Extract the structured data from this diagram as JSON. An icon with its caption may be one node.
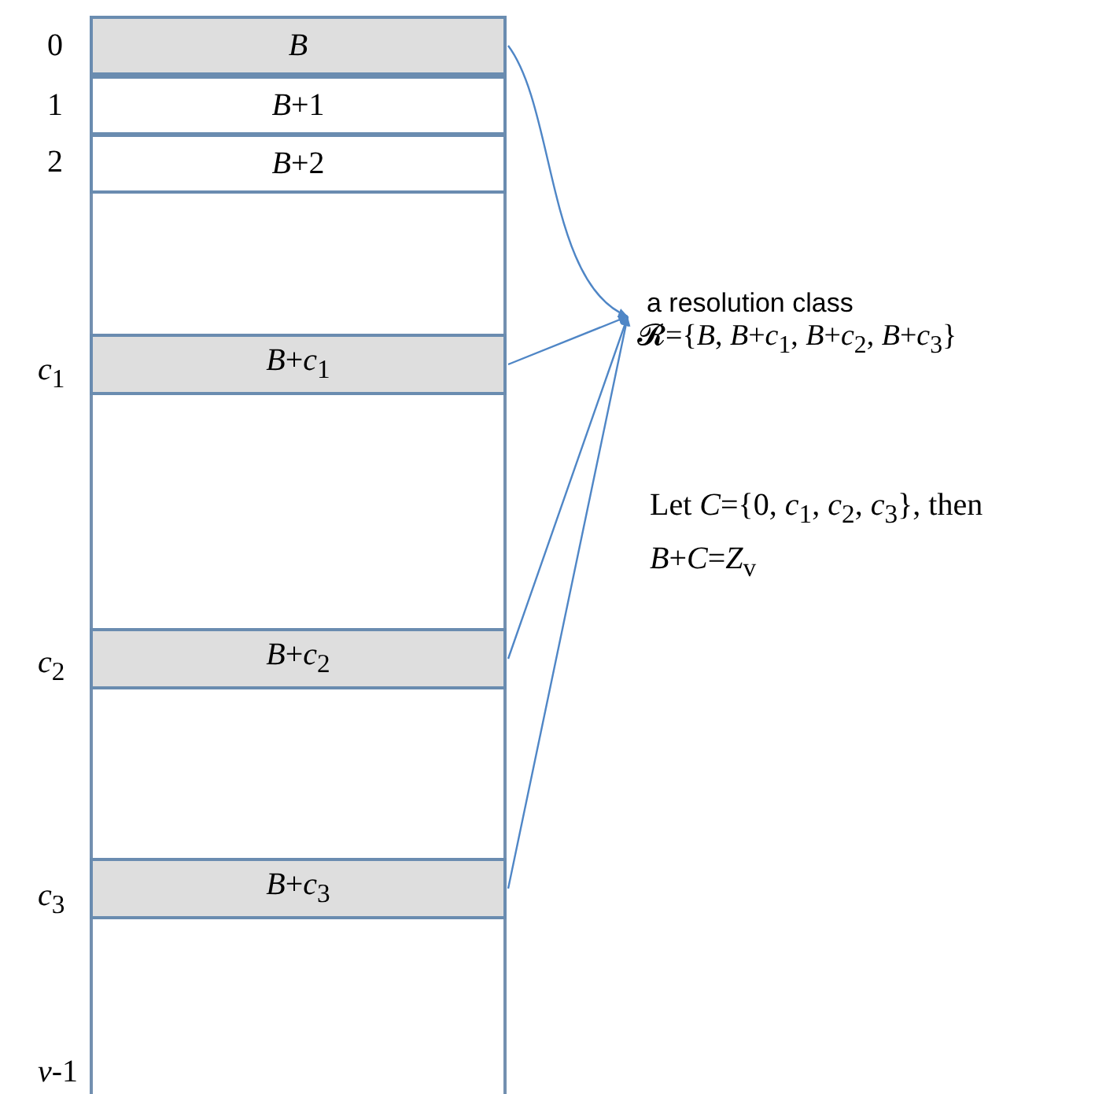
{
  "diagram": {
    "nodes": [
      {
        "text": [],
        "shape": "box"
      },
      {
        "text": [
          "*B*"
        ],
        "in": 0
      },
      {
        "text": [
          "*B*+1"
        ],
        "in": 0
      },
      {
        "text": [
          "*B*+2"
        ],
        "in": 0
      },
      {
        "text": [
          "*B*+*c*$_{1}$"
        ],
        "in": 0
      },
      {
        "text": [
          "*B*+*c*$_{2}$"
        ],
        "in": 0
      },
      {
        "text": [
          "*B*+*c*$_{3}$"
        ],
        "in": 0
      },
      {
        "text": [
          "a resolution class",
          "𝓡={*B*, *B*+*c*$_{1}$, *B*+*c*$_{2}$, *B*+*c*$_{3}$}"
        ]
      }
    ],
    "edges": [
      {
        "from": 1,
        "to": 7,
        "arrow": "to"
      },
      {
        "from": 4,
        "to": 7,
        "arrow": "to"
      },
      {
        "from": 5,
        "to": 7,
        "arrow": "to"
      },
      {
        "from": 6,
        "to": 7,
        "arrow": "to"
      }
    ],
    "labels": [
      "0",
      "1",
      "2",
      "*c*$_{1}$",
      "*c*$_{2}$",
      "*c*$_{3}$",
      "*v*-1",
      "Let *C*={0, *c*$_{1}$, *c*$_{2}$, *c*$_{3}$}, then *B*+*C*=*Z*$_{v}$"
    ]
  }
}
